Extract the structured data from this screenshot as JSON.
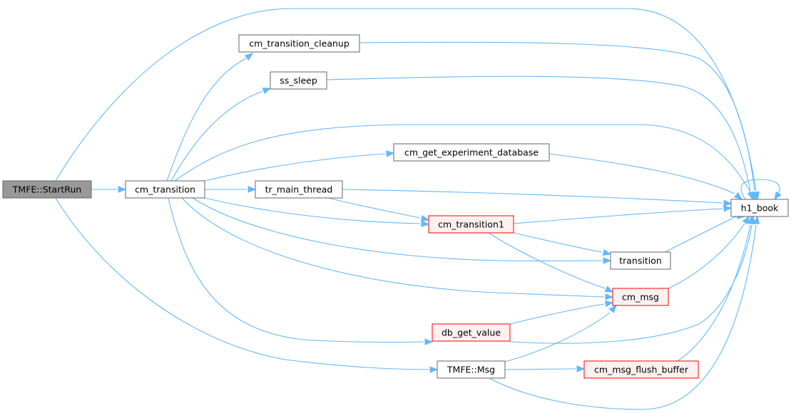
{
  "colors": {
    "edge": "#63b8ff",
    "node_fill": "#ffffff",
    "node_border": "#666666",
    "root_fill": "#999999",
    "root_border": "#666666",
    "red_fill": "#fff0f0",
    "red_border": "#ff0000"
  },
  "nodes": [
    {
      "id": "start_run",
      "label": "TMFE::StartRun",
      "style": "root"
    },
    {
      "id": "cm_transition",
      "label": "cm_transition",
      "style": "normal"
    },
    {
      "id": "cm_transition_cleanup",
      "label": "cm_transition_cleanup",
      "style": "normal"
    },
    {
      "id": "ss_sleep",
      "label": "ss_sleep",
      "style": "normal"
    },
    {
      "id": "cm_get_experiment_database",
      "label": "cm_get_experiment_database",
      "style": "normal"
    },
    {
      "id": "tr_main_thread",
      "label": "tr_main_thread",
      "style": "normal"
    },
    {
      "id": "cm_transition1",
      "label": "cm_transition1",
      "style": "red"
    },
    {
      "id": "transition",
      "label": "transition",
      "style": "normal"
    },
    {
      "id": "cm_msg",
      "label": "cm_msg",
      "style": "red"
    },
    {
      "id": "db_get_value",
      "label": "db_get_value",
      "style": "red"
    },
    {
      "id": "tmfe_msg",
      "label": "TMFE::Msg",
      "style": "normal"
    },
    {
      "id": "cm_msg_flush_buffer",
      "label": "cm_msg_flush_buffer",
      "style": "red"
    },
    {
      "id": "h1_book",
      "label": "h1_book",
      "style": "normal"
    }
  ],
  "edges": [
    {
      "from": "start_run",
      "to": "cm_transition"
    },
    {
      "from": "start_run",
      "to": "h1_book"
    },
    {
      "from": "start_run",
      "to": "tmfe_msg"
    },
    {
      "from": "cm_transition",
      "to": "cm_transition_cleanup"
    },
    {
      "from": "cm_transition",
      "to": "ss_sleep"
    },
    {
      "from": "cm_transition",
      "to": "h1_book"
    },
    {
      "from": "cm_transition",
      "to": "cm_get_experiment_database"
    },
    {
      "from": "cm_transition",
      "to": "tr_main_thread"
    },
    {
      "from": "cm_transition",
      "to": "cm_transition1"
    },
    {
      "from": "cm_transition",
      "to": "transition"
    },
    {
      "from": "cm_transition",
      "to": "cm_msg"
    },
    {
      "from": "cm_transition",
      "to": "db_get_value"
    },
    {
      "from": "cm_transition_cleanup",
      "to": "h1_book"
    },
    {
      "from": "ss_sleep",
      "to": "h1_book"
    },
    {
      "from": "cm_get_experiment_database",
      "to": "h1_book"
    },
    {
      "from": "tr_main_thread",
      "to": "h1_book"
    },
    {
      "from": "tr_main_thread",
      "to": "cm_transition1"
    },
    {
      "from": "cm_transition1",
      "to": "h1_book"
    },
    {
      "from": "cm_transition1",
      "to": "transition"
    },
    {
      "from": "cm_transition1",
      "to": "cm_msg"
    },
    {
      "from": "transition",
      "to": "h1_book"
    },
    {
      "from": "cm_msg",
      "to": "h1_book"
    },
    {
      "from": "db_get_value",
      "to": "cm_msg"
    },
    {
      "from": "db_get_value",
      "to": "h1_book"
    },
    {
      "from": "tmfe_msg",
      "to": "cm_msg"
    },
    {
      "from": "tmfe_msg",
      "to": "cm_msg_flush_buffer"
    },
    {
      "from": "tmfe_msg",
      "to": "h1_book"
    },
    {
      "from": "cm_msg_flush_buffer",
      "to": "h1_book"
    },
    {
      "from": "h1_book",
      "to": "h1_book"
    }
  ]
}
